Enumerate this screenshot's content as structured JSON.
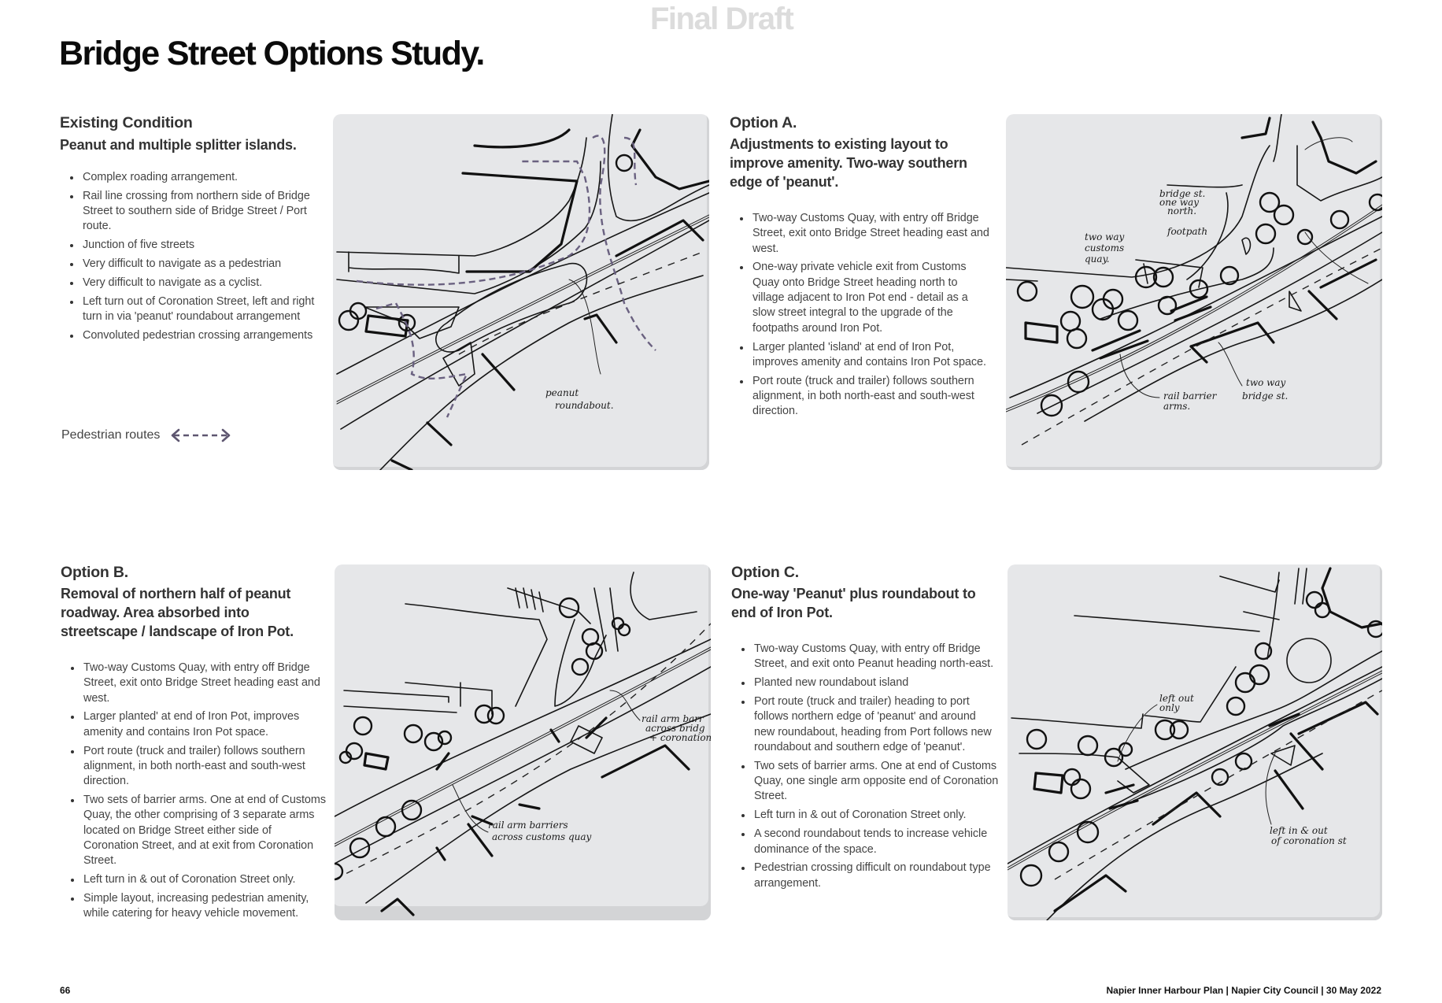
{
  "watermark": "Final Draft",
  "page_title": "Bridge Street Options Study.",
  "sections": [
    {
      "id": "existing",
      "title": "Existing Condition",
      "subtitle": "Peanut and multiple splitter islands.",
      "bullets": [
        "Complex roading arrangement.",
        "Rail line crossing from northern side of Bridge Street to southern side of Bridge Street / Port route.",
        "Junction of five streets",
        "Very difficult to navigate as a pedestrian",
        "Very difficult to navigate as a cyclist.",
        "Left turn out of Coronation Street, left and right turn in via 'peanut' roundabout arrangement",
        "Convoluted pedestrian crossing arrangements"
      ],
      "legend": {
        "label": "Pedestrian routes",
        "icon": "dashed-double-arrow-icon",
        "color": "#5e5670"
      },
      "sketch_notes": [
        "peanut roundabout."
      ]
    },
    {
      "id": "option-a",
      "title": "Option A.",
      "subtitle": "Adjustments to existing layout to improve amenity. Two-way southern edge of 'peanut'.",
      "bullets": [
        "Two-way Customs Quay, with entry off Bridge Street, exit onto Bridge Street heading east and west.",
        "One-way private vehicle exit from Customs Quay onto Bridge Street heading north to village adjacent to Iron Pot end - detail as a slow street integral to the upgrade of the footpaths around Iron Pot.",
        "Larger planted 'island' at end of Iron Pot, improves amenity and contains Iron Pot space.",
        "Port route (truck and trailer) follows southern alignment, in both north-east and south-west direction."
      ],
      "sketch_notes": [
        "bridge st.",
        "one way",
        "north.",
        "footpath",
        "two way",
        "customs",
        "quay.",
        "rail barrier",
        "arms.",
        "two way",
        "bridge st."
      ]
    },
    {
      "id": "option-b",
      "title": "Option B.",
      "subtitle": "Removal of northern half of peanut roadway. Area absorbed into streetscape / landscape of Iron Pot.",
      "bullets": [
        "Two-way Customs Quay, with entry off Bridge Street, exit onto Bridge Street heading east and west.",
        "Larger planted' at end of Iron Pot, improves amenity and contains Iron Pot space.",
        "Port route (truck and trailer) follows southern alignment, in both north-east and south-west direction.",
        "Two sets of barrier arms. One at end of Customs Quay, the other comprising of 3 separate arms located on Bridge Street either side of Coronation Street, and at exit from Coronation Street.",
        "Left turn in & out of Coronation Street only.",
        "Simple layout, increasing pedestrian amenity, while catering for heavy vehicle movement."
      ],
      "sketch_notes": [
        "rail arm barriers",
        "across customs quay",
        "rail arm barr",
        "across bridg",
        "+ coronation"
      ]
    },
    {
      "id": "option-c",
      "title": "Option C.",
      "subtitle": "One-way 'Peanut' plus roundabout to end of Iron Pot.",
      "bullets": [
        "Two-way Customs Quay, with entry off Bridge Street, and exit onto Peanut heading north-east.",
        "Planted new roundabout island",
        "Port route (truck and trailer) heading to port follows northern edge of 'peanut' and around new roundabout, heading from Port follows new roundabout and southern edge of 'peanut'.",
        "Two sets of barrier arms. One at end of Customs Quay, one single arm opposite end of Coronation Street.",
        "Left turn in & out of Coronation Street only.",
        "A second roundabout tends to increase vehicle dominance of the space.",
        "Pedestrian crossing difficult on roundabout type arrangement."
      ],
      "sketch_notes": [
        "left out",
        "only",
        "left in & out",
        "of coronation st"
      ]
    }
  ],
  "footer": {
    "page_number": "66",
    "meta": "Napier Inner Harbour Plan | Napier City Council | 30 May 2022"
  }
}
